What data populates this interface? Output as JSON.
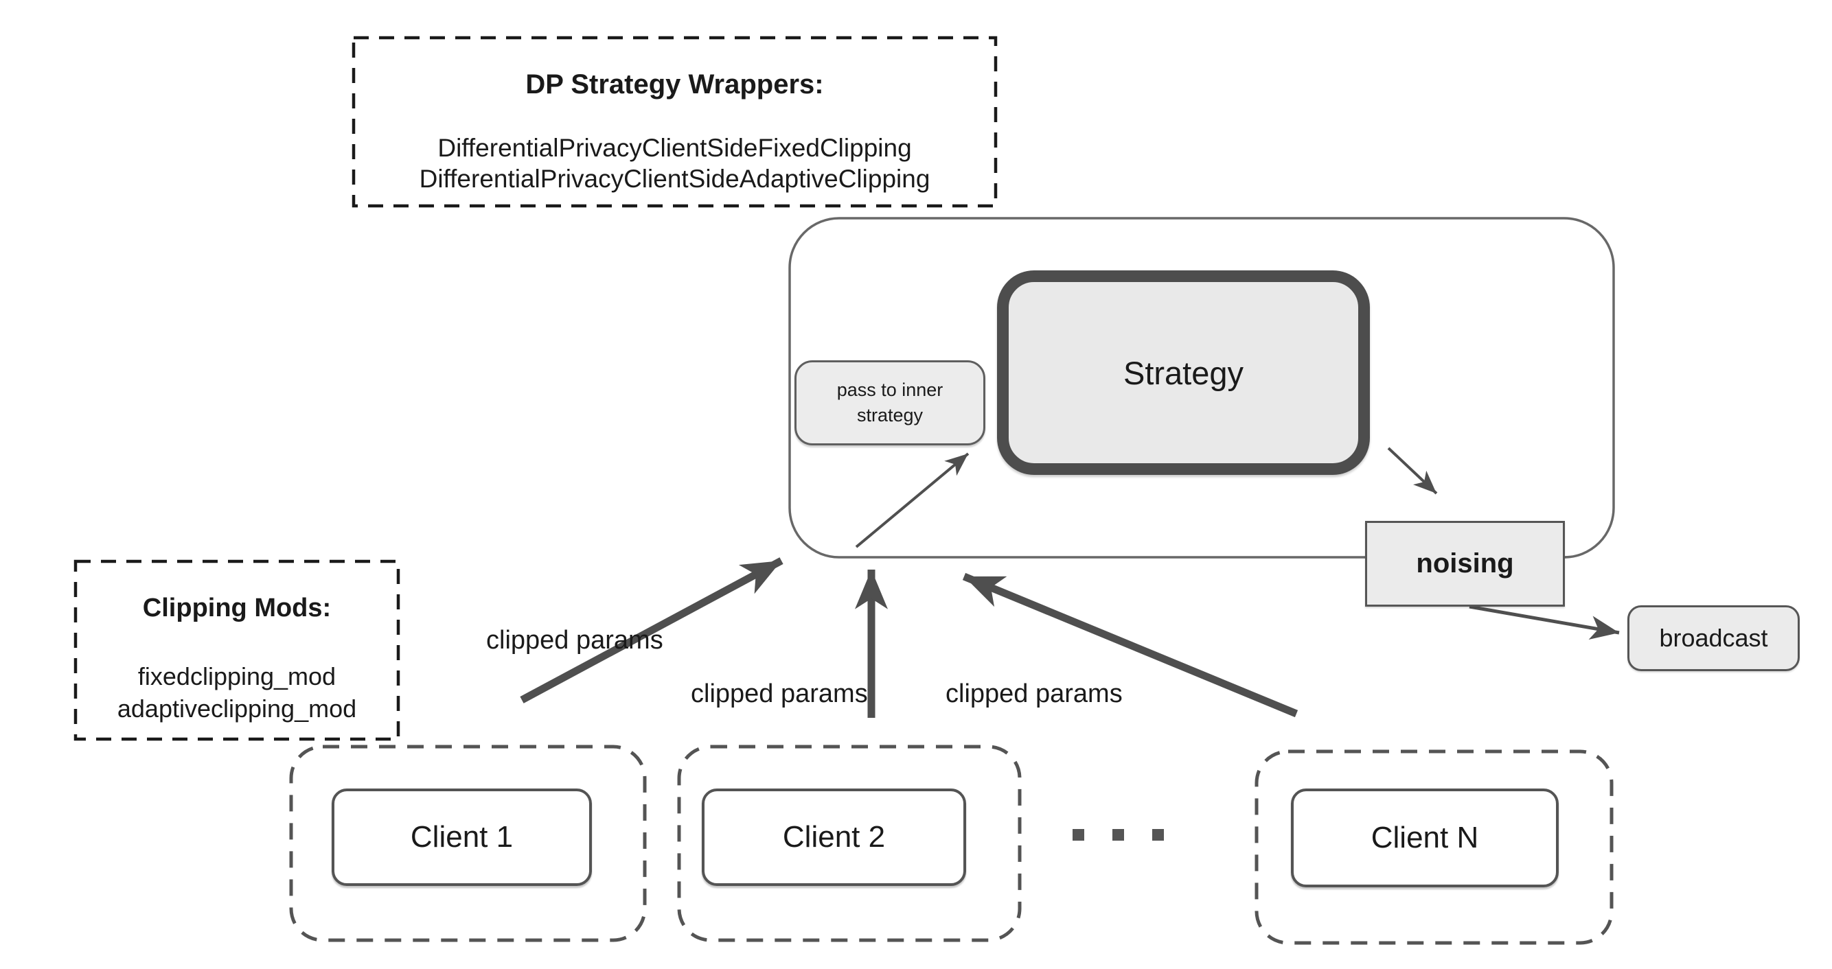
{
  "diagram_title": "DP strategy wrapper architecture (client-side clipping)",
  "dp_wrappers_box": {
    "title": "DP Strategy Wrappers:",
    "items": [
      "DifferentialPrivacyClientSideFixedClipping",
      "DifferentialPrivacyClientSideAdaptiveClipping"
    ]
  },
  "clipping_mods_box": {
    "title": "Clipping Mods:",
    "items": [
      "fixedclipping_mod",
      "adaptiveclipping_mod"
    ]
  },
  "server": {
    "pass_label_line1": "pass to inner",
    "pass_label_line2": "strategy",
    "strategy_label": "Strategy",
    "noising_label": "noising"
  },
  "broadcast_label": "broadcast",
  "clients": [
    {
      "label": "Client 1"
    },
    {
      "label": "Client 2"
    },
    {
      "label": "Client N"
    }
  ],
  "ellipsis_dot_count": 3,
  "arrow_labels": [
    "clipped params",
    "clipped params",
    "clipped params"
  ],
  "colors": {
    "background": "#ffffff",
    "node_fill_light_gray": "#ebebeb",
    "strategy_border": "#4d4d4d",
    "outline_gray": "#666666",
    "arrow_gray": "#4f4f4f",
    "dashed_black": "#1a1a1a",
    "text": "#1a1a1a"
  }
}
